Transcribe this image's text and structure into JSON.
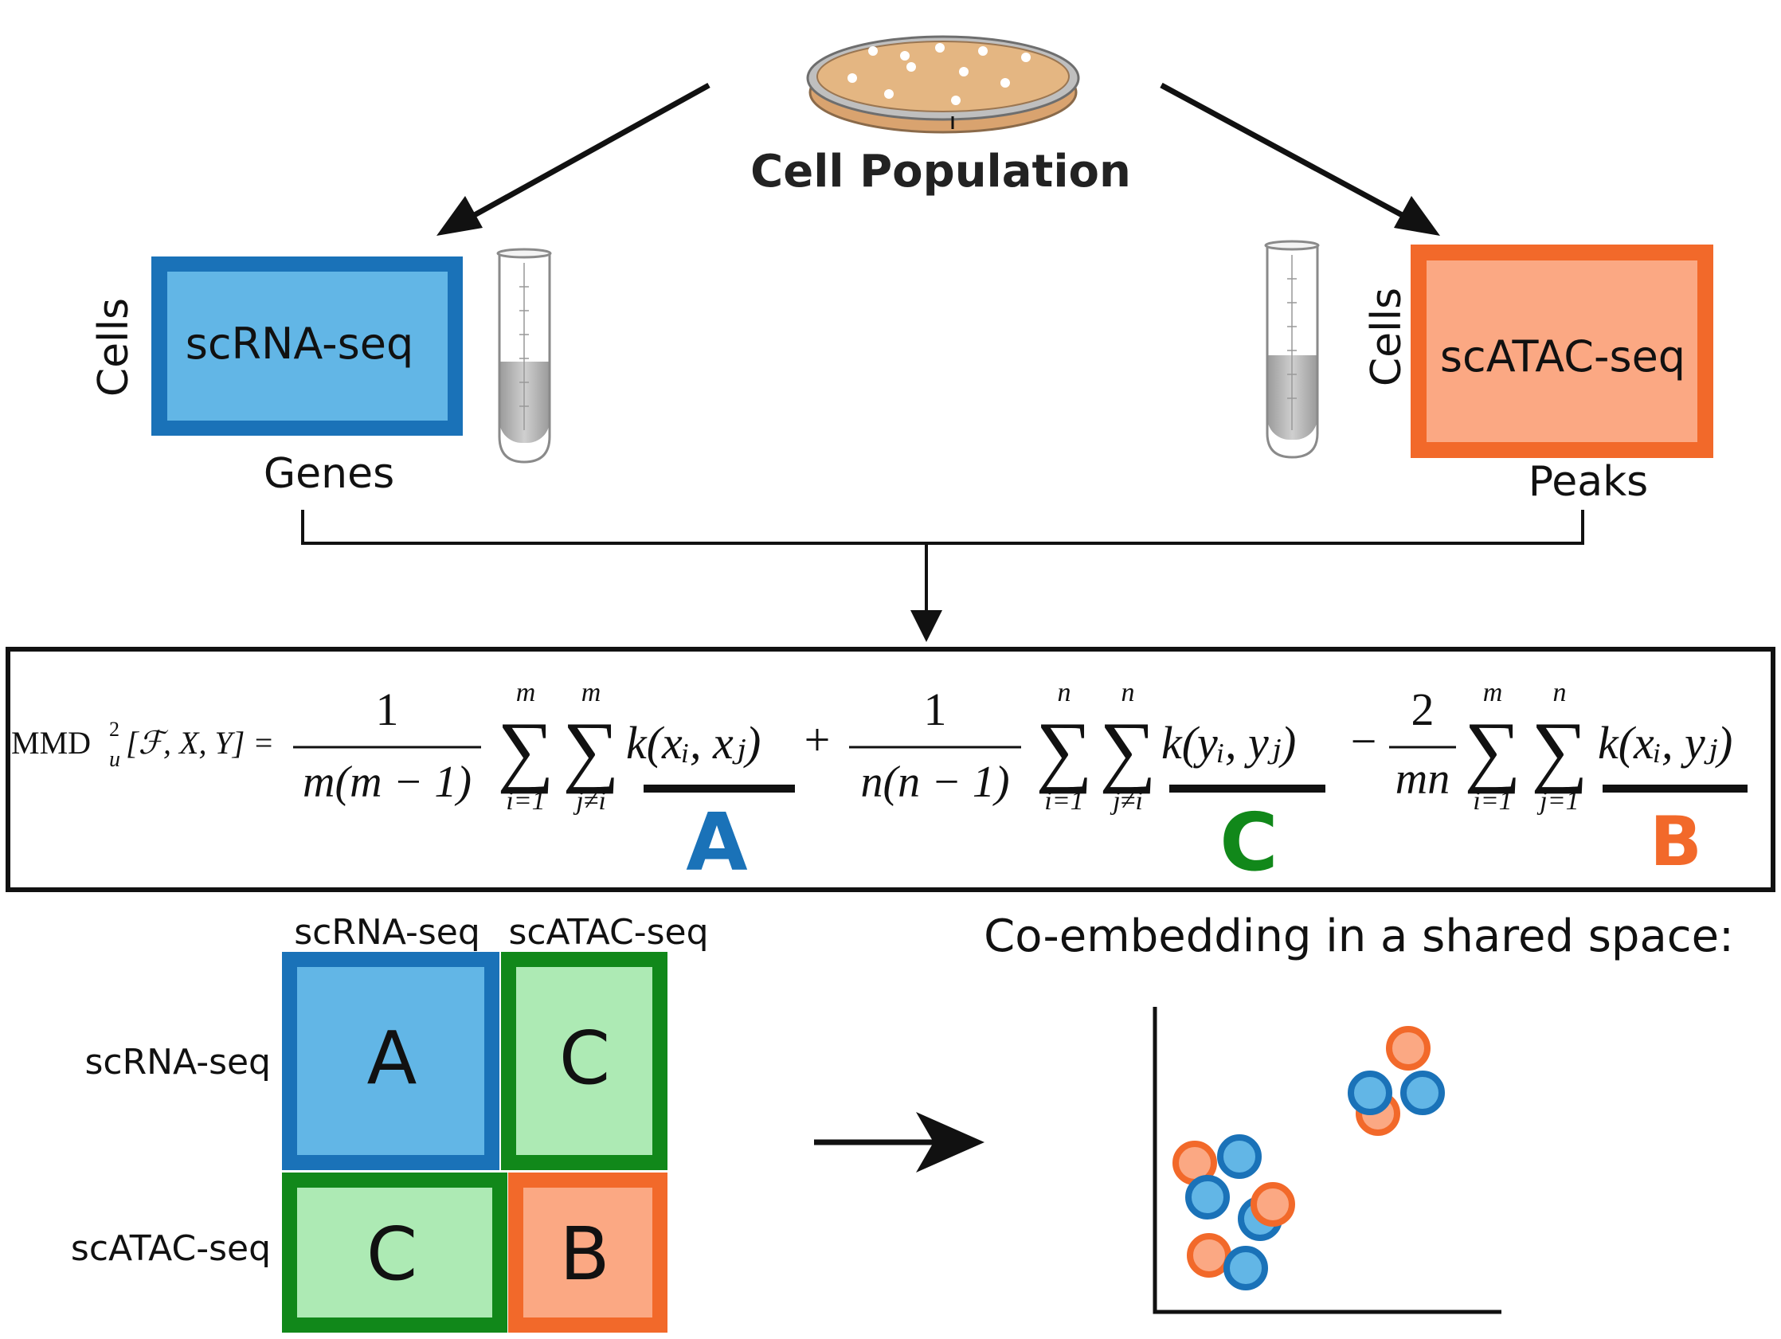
{
  "top": {
    "population_label": "Cell Population"
  },
  "modalities": {
    "rna": {
      "title": "scRNA-seq",
      "row_axis": "Cells",
      "col_axis": "Genes",
      "color": "#1a72b8",
      "fill": "#62b6e6"
    },
    "atac": {
      "title": "scATAC-seq",
      "row_axis": "Cells",
      "col_axis": "Peaks",
      "color": "#f2692a",
      "fill": "#fba883"
    }
  },
  "formula": {
    "lhs": "MMD",
    "lhs_sup": "2",
    "lhs_sub": "u",
    "lhs_args": "[ℱ, X, Y] =",
    "term1": {
      "num": "1",
      "den": "m(m − 1)",
      "sum1_top": "m",
      "sum1_bot": "i=1",
      "sum2_top": "m",
      "sum2_bot": "j≠i",
      "kernel": "k(xᵢ, xⱼ)",
      "label": "A",
      "label_color": "#1a72b8"
    },
    "op1": "+",
    "term2": {
      "num": "1",
      "den": "n(n − 1)",
      "sum1_top": "n",
      "sum1_bot": "i=1",
      "sum2_top": "n",
      "sum2_bot": "j≠i",
      "kernel": "k(yᵢ, yⱼ)",
      "label": "C",
      "label_color": "#11881a"
    },
    "op2": "−",
    "term3": {
      "num": "2",
      "den": "mn",
      "sum1_top": "m",
      "sum1_bot": "i=1",
      "sum2_top": "n",
      "sum2_bot": "j=1",
      "kernel": "k(xᵢ, yⱼ)",
      "label": "B",
      "label_color": "#f2692a"
    }
  },
  "block_matrix": {
    "col_headers": [
      "scRNA-seq",
      "scATAC-seq"
    ],
    "row_headers": [
      "scRNA-seq",
      "scATAC-seq"
    ],
    "cells": [
      "A",
      "C",
      "C",
      "B"
    ],
    "green": "#11881a",
    "green_fill": "#adeab4"
  },
  "embedding": {
    "title": "Co-embedding in a shared space:"
  }
}
